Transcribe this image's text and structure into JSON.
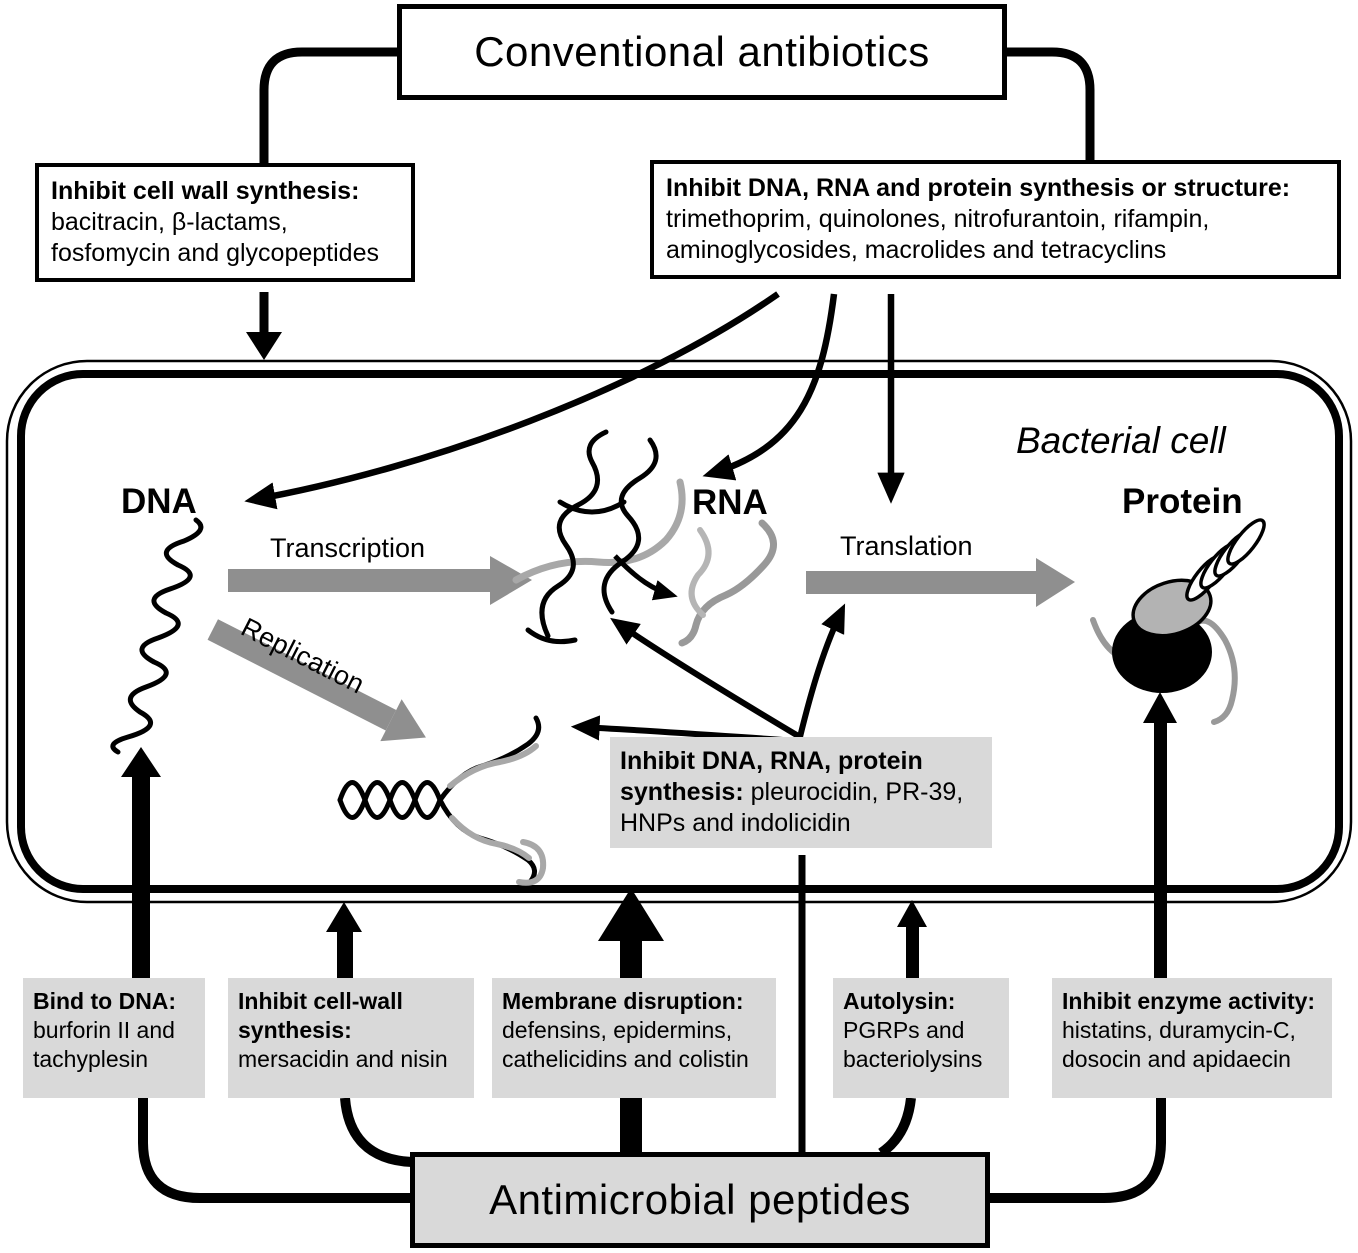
{
  "top_box": {
    "label": "Conventional antibiotics"
  },
  "bottom_box": {
    "label": "Antimicrobial peptides"
  },
  "conventional": {
    "cell_wall": {
      "head": "Inhibit cell wall synthesis:",
      "line1": "bacitracin, β-lactams,",
      "line2": "fosfomycin and glycopeptides"
    },
    "synthesis": {
      "head": "Inhibit DNA, RNA and protein synthesis or structure:",
      "line1": "trimethoprim, quinolones, nitrofurantoin, rifampin,",
      "line2": "aminoglycosides, macrolides and tetracyclins"
    }
  },
  "cell": {
    "label": "Bacterial cell",
    "dna": "DNA",
    "rna": "RNA",
    "protein": "Protein",
    "transcription": "Transcription",
    "replication": "Replication",
    "translation": "Translation"
  },
  "amp": {
    "inhibit_synthesis": {
      "head": "Inhibit DNA, RNA, protein synthesis:",
      "tail": " pleurocidin, PR-39, HNPs and indolicidin"
    },
    "bind_dna": {
      "head": "Bind to DNA:",
      "line1": "burforin II and",
      "line2": "tachyplesin"
    },
    "cell_wall": {
      "head": "Inhibit cell-wall synthesis:",
      "line1": "mersacidin and nisin"
    },
    "membrane": {
      "head": "Membrane disruption:",
      "line1": "defensins, epidermins,",
      "line2": "cathelicidins and colistin"
    },
    "autolysin": {
      "head": "Autolysin:",
      "line1": "PGRPs and",
      "line2": "bacteriolysins"
    },
    "enzyme": {
      "head": "Inhibit enzyme activity:",
      "line1": "histatins, duramycin-C,",
      "line2": "dosocin and apidaecin"
    }
  },
  "colors": {
    "box_gray": "#d9d9d9",
    "arrow_gray": "#8f8f8f",
    "ink": "#000000"
  }
}
